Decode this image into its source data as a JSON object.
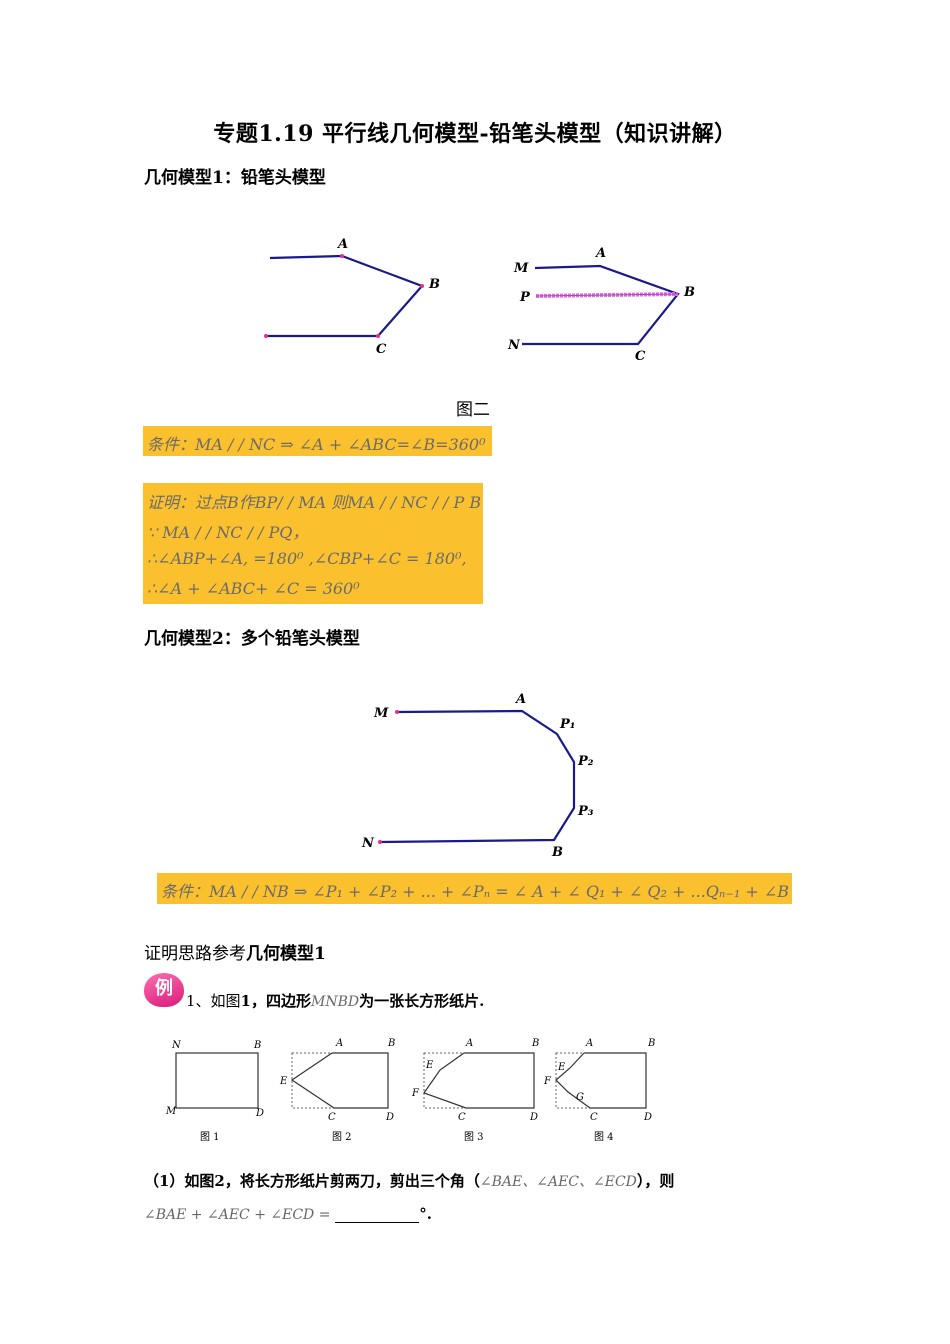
{
  "title": "专题1.19  平行线几何模型-铅笔头模型（知识讲解）",
  "model1": {
    "heading": "几何模型1：铅笔头模型",
    "fig1_labels": {
      "A": "A",
      "B": "B",
      "C": "C"
    },
    "fig2_labels": {
      "M": "M",
      "A": "A",
      "P": "P",
      "B": "B",
      "N": "N",
      "C": "C"
    },
    "caption": "图二",
    "condition": "条件：MA / / NC  ⇒  ∠A + ∠ABC=∠B=360⁰",
    "proof": [
      "证明：过点B作BP/ / MA 则MA / / NC / / P B",
      "∵ MA / / NC / / PQ，",
      "∴∠ABP+∠A, =180⁰ ,∠CBP+∠C = 180⁰,",
      "∴∠A + ∠ABC+ ∠C = 360⁰"
    ]
  },
  "model2": {
    "heading": "几何模型2：多个铅笔头模型",
    "labels": {
      "M": "M",
      "A": "A",
      "P1": "P₁",
      "P2": "P₂",
      "P3": "P₃",
      "N": "N",
      "B": "B"
    },
    "condition": "条件：MA / / NB  ⇒  ∠P₁  + ∠P₂  + ... + ∠Pₙ  =  ∠ A + ∠ Q₁ + ∠ Q₂ + ...Qₙ₋₁ + ∠B"
  },
  "proof_ref": {
    "prefix": "证明思路参考",
    "bold": "几何模型1"
  },
  "example": {
    "badge": "例",
    "intro_a": "1、如图",
    "intro_b": "1",
    "intro_c": "，四边形",
    "intro_var": "MNBD",
    "intro_d": "为一张长方形纸片.",
    "figs": [
      {
        "caption": "图 1",
        "labels": [
          "N",
          "B",
          "M",
          "D"
        ]
      },
      {
        "caption": "图 2",
        "labels": [
          "A",
          "B",
          "E",
          "C",
          "D"
        ]
      },
      {
        "caption": "图 3",
        "labels": [
          "A",
          "B",
          "E",
          "F",
          "C",
          "D"
        ]
      },
      {
        "caption": "图 4",
        "labels": [
          "A",
          "B",
          "E",
          "F",
          "G",
          "C",
          "D"
        ]
      }
    ],
    "q1_a": "（1）如图2，将长方形纸片剪两刀，剪出三个角（",
    "q1_angles": "∠BAE、∠AEC、∠ECD",
    "q1_b": "），则",
    "q1_expr": "∠BAE + ∠AEC + ∠ECD =",
    "q1_end": "°."
  },
  "colors": {
    "line": "#1a1a8c",
    "box": "#fbc02d",
    "aux": "#e070e0",
    "badge": "#e0308a"
  }
}
